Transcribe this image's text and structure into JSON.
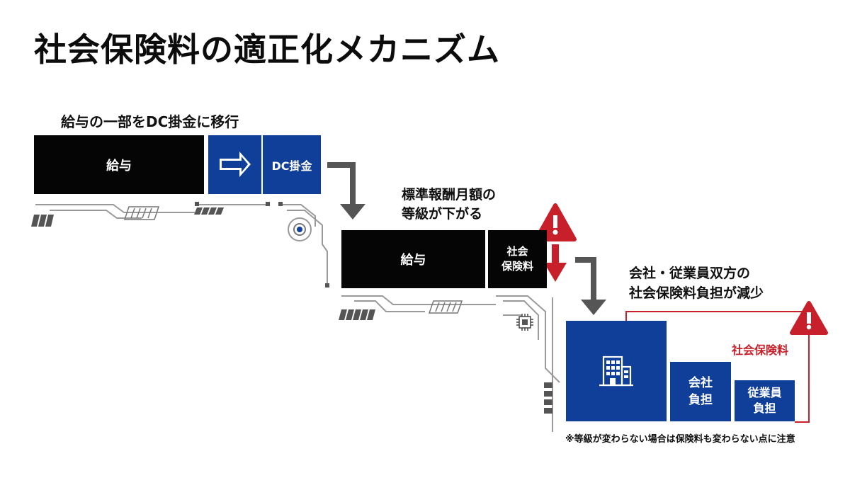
{
  "title": "社会保険料の適正化メカニズム",
  "step1": {
    "caption": "給与の一部をDC掛金に移行",
    "salary_label": "給与",
    "dc_label": "DC掛金"
  },
  "step2": {
    "caption_line1": "標準報酬月額の",
    "caption_line2": "等級が下がる",
    "salary_label": "給与",
    "insurance_line1": "社会",
    "insurance_line2": "保険料"
  },
  "step3": {
    "caption_line1": "会社・従業員双方の",
    "caption_line2": "社会保険料負担が減少",
    "bracket_label": "社会保険料",
    "company_line1": "会社",
    "company_line2": "負担",
    "employee_line1": "従業員",
    "employee_line2": "負担"
  },
  "footnote": "※等級が変わらない場合は保険料も変わらない点に注意",
  "icons": [
    "warning-icon",
    "building-icon",
    "chip-icon",
    "arrow-right-icon",
    "arrow-down-icon"
  ],
  "colors": {
    "blue": "#0f3f98",
    "black": "#050505",
    "red": "#c8202a",
    "gray": "#555555"
  }
}
